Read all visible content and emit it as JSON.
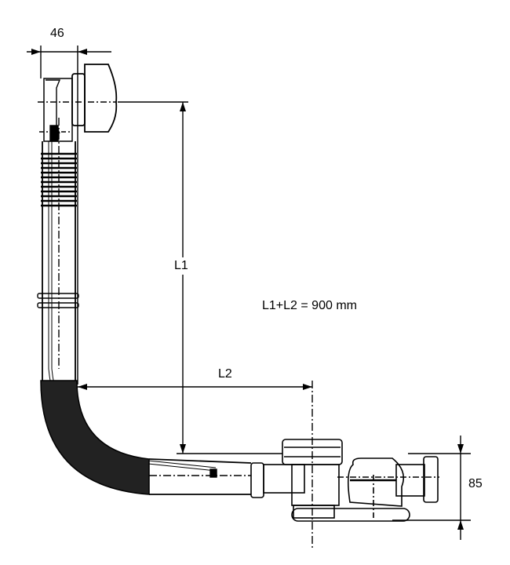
{
  "drawing": {
    "dimensions": {
      "width_top": "46",
      "l1": "L1",
      "l2": "L2",
      "height_waste": "85"
    },
    "note": "L1+L2 = 900 mm"
  }
}
